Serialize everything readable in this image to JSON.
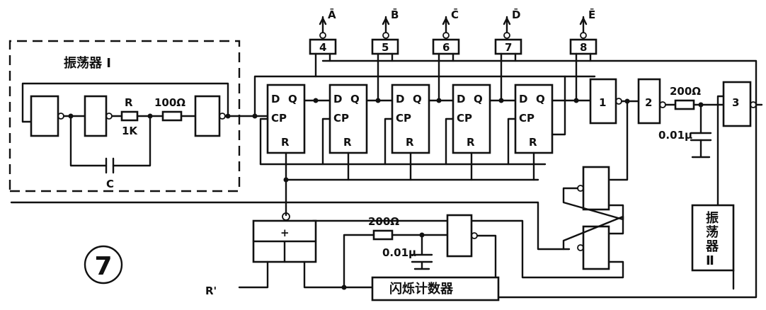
{
  "figure_number": "⑦",
  "oscillator1": {
    "title": "振荡器 I",
    "resistor_label": "R",
    "resistor_value": "1K",
    "resistor2_value": "100Ω",
    "capacitor_label": "C"
  },
  "flipflops": [
    {
      "d": "D",
      "q": "Q",
      "cp": "CP",
      "r": "R"
    },
    {
      "d": "D",
      "q": "Q",
      "cp": "CP",
      "r": "R"
    },
    {
      "d": "D",
      "q": "Q",
      "cp": "CP",
      "r": "R"
    },
    {
      "d": "D",
      "q": "Q",
      "cp": "CP",
      "r": "R"
    },
    {
      "d": "D",
      "q": "Q",
      "cp": "CP",
      "r": "R"
    }
  ],
  "outputs": [
    {
      "gate": "4",
      "signal": "Ā"
    },
    {
      "gate": "5",
      "signal": "B̄"
    },
    {
      "gate": "6",
      "signal": "C̄"
    },
    {
      "gate": "7",
      "signal": "D̄"
    },
    {
      "gate": "8",
      "signal": "Ē"
    }
  ],
  "gates": {
    "g1": "1",
    "g2": "2",
    "g3": "3"
  },
  "rc_right": {
    "resistor": "200Ω",
    "capacitor": "0.01μ"
  },
  "rc_bottom": {
    "resistor": "200Ω",
    "capacitor": "0.01μ"
  },
  "oscillator2": {
    "title": "振荡器Ⅱ"
  },
  "adder_symbol": "+",
  "input_label": "R'",
  "flash_counter": "闪烁计数器"
}
